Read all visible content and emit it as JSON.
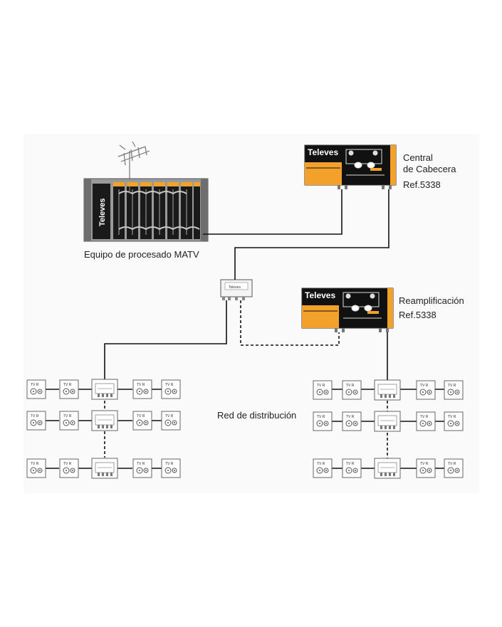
{
  "diagram": {
    "labels": {
      "matv": "Equipo de procesado MATV",
      "central_line1": "Central",
      "central_line2": "de Cabecera",
      "central_ref": "Ref.5338",
      "reamp_line1": "Reamplificación",
      "reamp_ref": "Ref.5338",
      "red": "Red de distribución"
    },
    "brand": "Televes",
    "outlet_text": "TV   R",
    "splitter_text": "Televes",
    "colors": {
      "accent_orange": "#f2a12a",
      "device_black": "#111111",
      "rack_gray": "#8d8d8d",
      "panel_bg": "#fafafa",
      "line": "#111111"
    }
  }
}
